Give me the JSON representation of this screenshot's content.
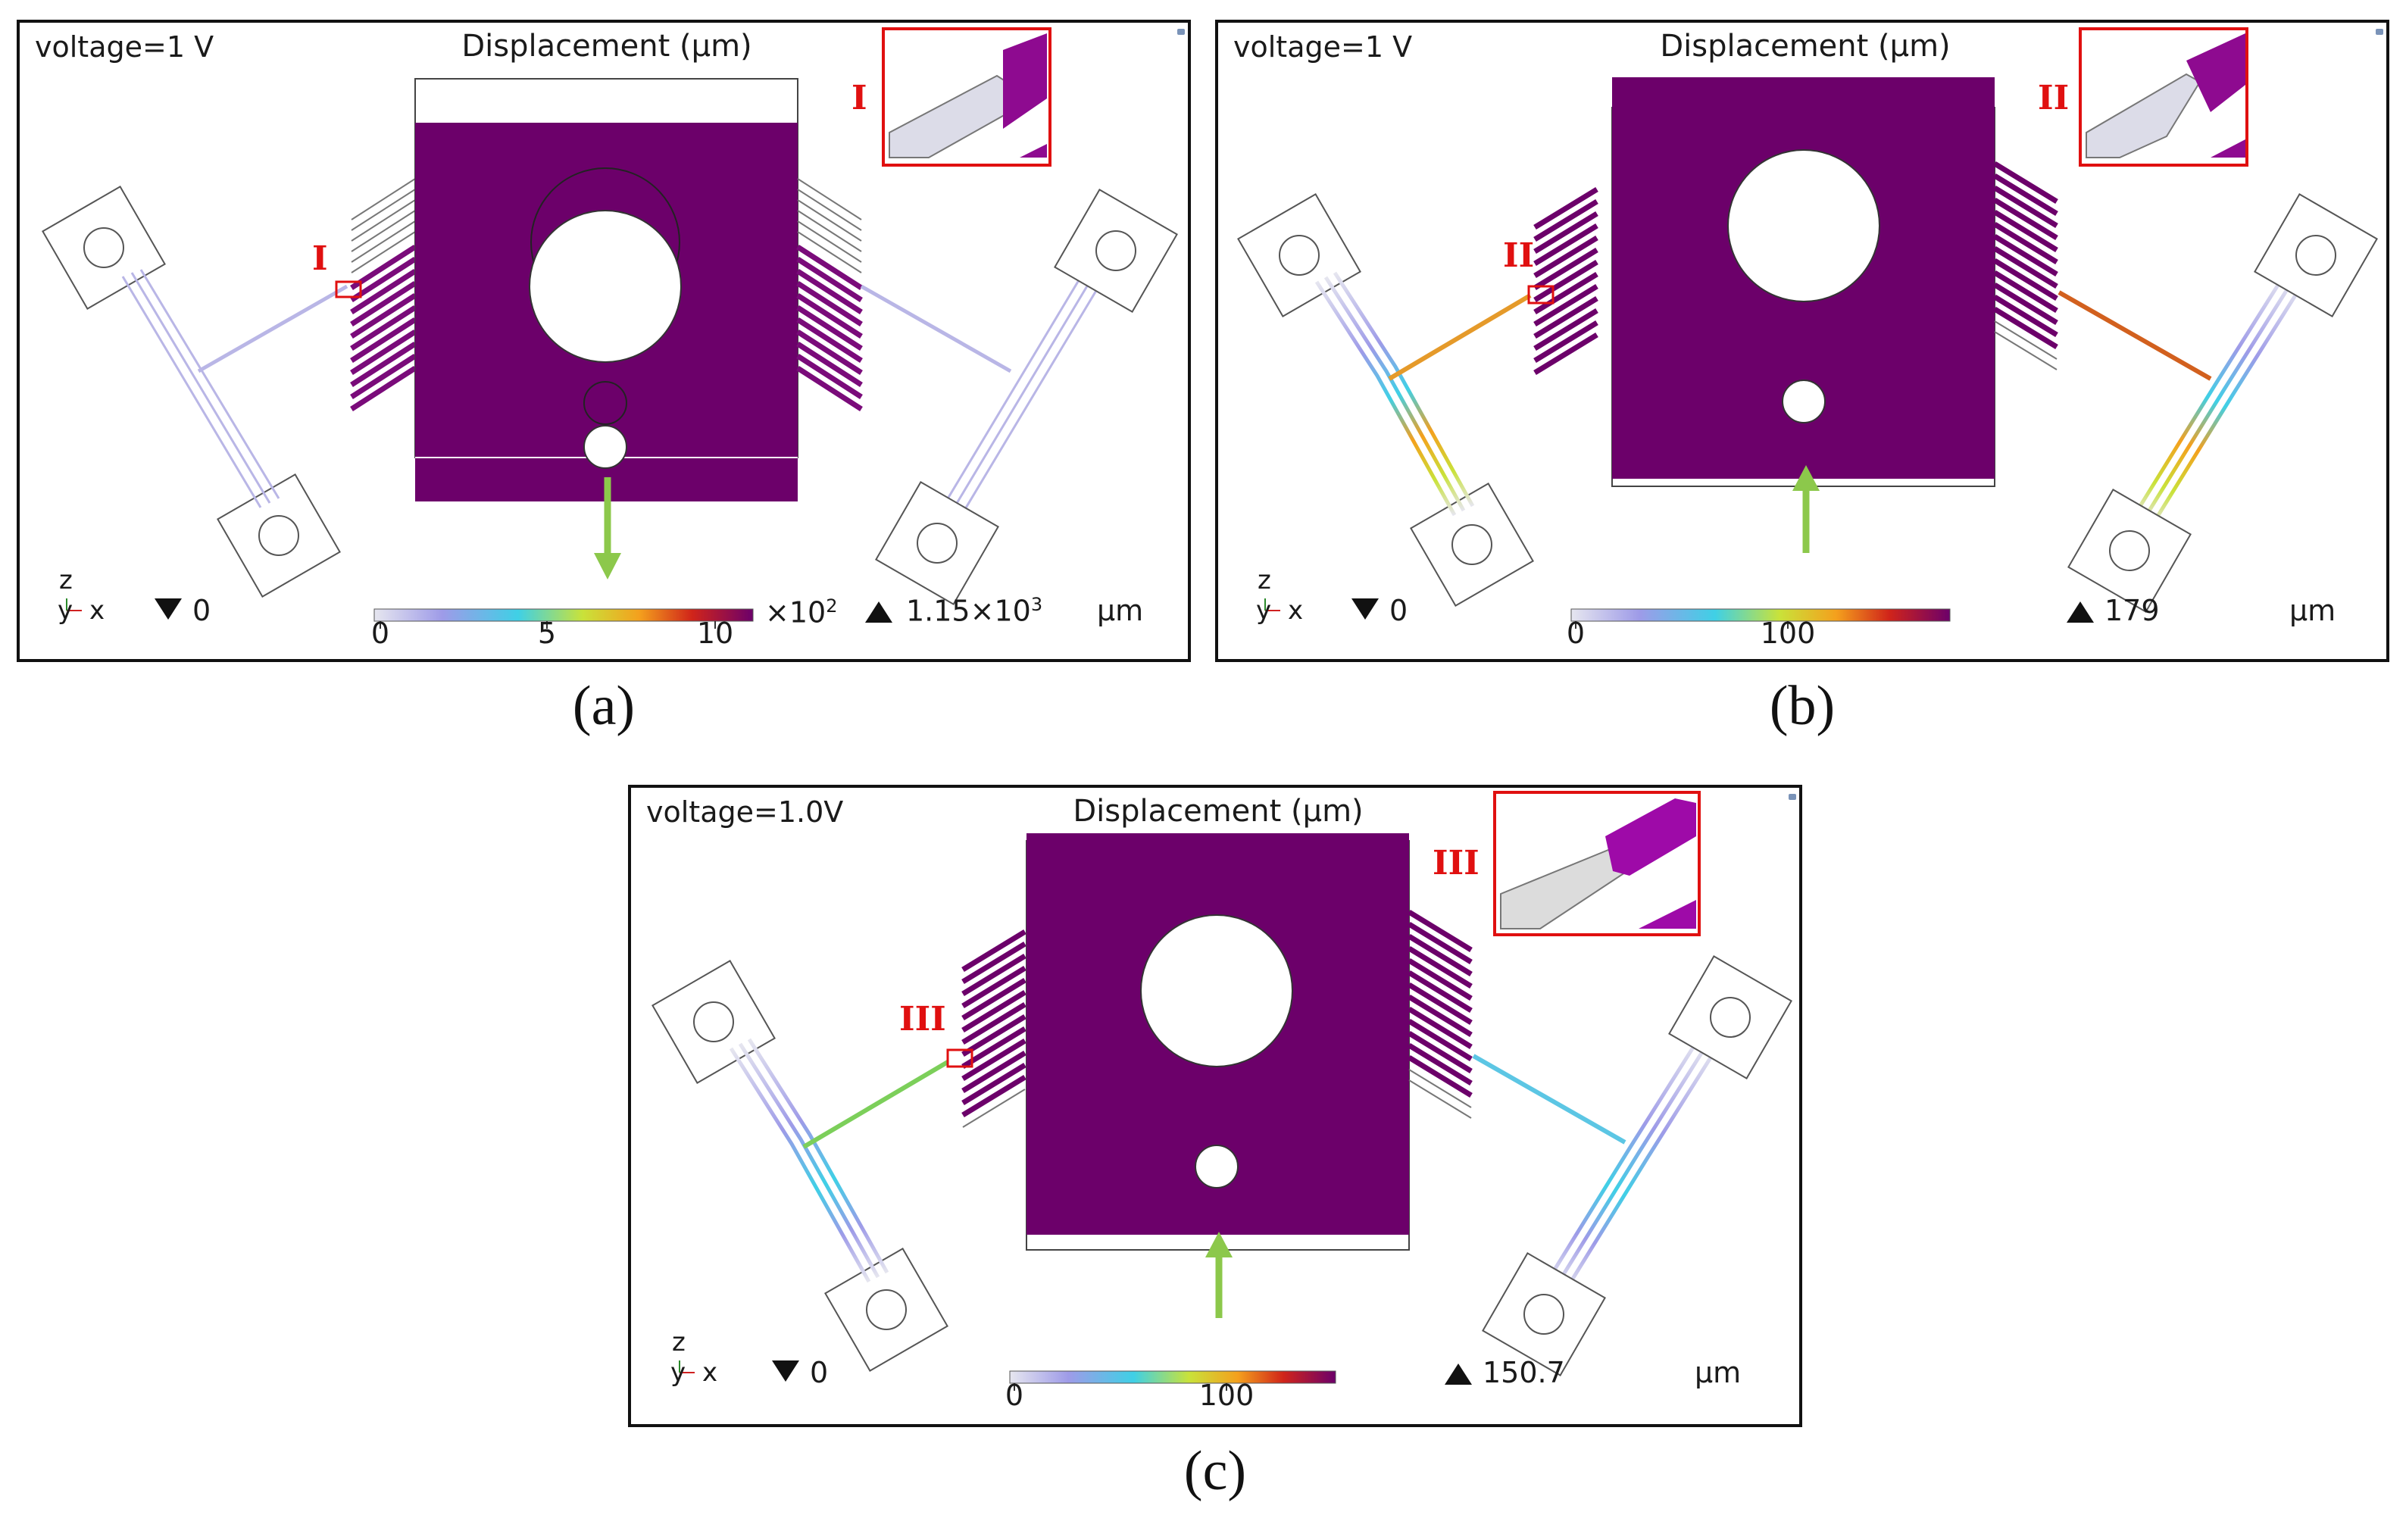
{
  "figure": {
    "panels": [
      {
        "id": "a",
        "voltage_label": "voltage=1 V",
        "title": "Displacement (μm)",
        "inset_label": "I",
        "detail_label": "I",
        "colorbar": {
          "ticks": [
            "0",
            "5",
            "10"
          ],
          "multiplier_base": "×10",
          "multiplier_exp": "2"
        },
        "min_label": "0",
        "max_label_base": "1.15×10",
        "max_label_exp": "3",
        "unit": "μm",
        "axis": {
          "z": "z",
          "y": "y",
          "x": "x"
        },
        "arrow_direction": "down",
        "caption": "(a)"
      },
      {
        "id": "b",
        "voltage_label": "voltage=1 V",
        "title": "Displacement (μm)",
        "inset_label": "II",
        "detail_label": "II",
        "colorbar": {
          "ticks": [
            "0",
            "100"
          ]
        },
        "min_label": "0",
        "max_label": "179",
        "unit": "μm",
        "axis": {
          "z": "z",
          "y": "y",
          "x": "x"
        },
        "arrow_direction": "up",
        "caption": "(b)"
      },
      {
        "id": "c",
        "voltage_label": "voltage=1.0V",
        "title": "Displacement (μm)",
        "inset_label": "III",
        "detail_label": "III",
        "colorbar": {
          "ticks": [
            "0",
            "100"
          ]
        },
        "min_label": "0",
        "max_label": "150.7",
        "unit": "μm",
        "axis": {
          "z": "z",
          "y": "y",
          "x": "x"
        },
        "arrow_direction": "up",
        "caption": "(c)"
      }
    ],
    "colors": {
      "plate": "#6c006a",
      "plate_inset": "#8e0a90",
      "highlight_red": "#e01010",
      "arrow_green": "#8cc84b",
      "frame": "#111111"
    },
    "colormap": [
      "#e6e6ef",
      "#9e9be8",
      "#3fd0e6",
      "#c9e23a",
      "#f4a01d",
      "#d0241a",
      "#6c006a"
    ]
  }
}
